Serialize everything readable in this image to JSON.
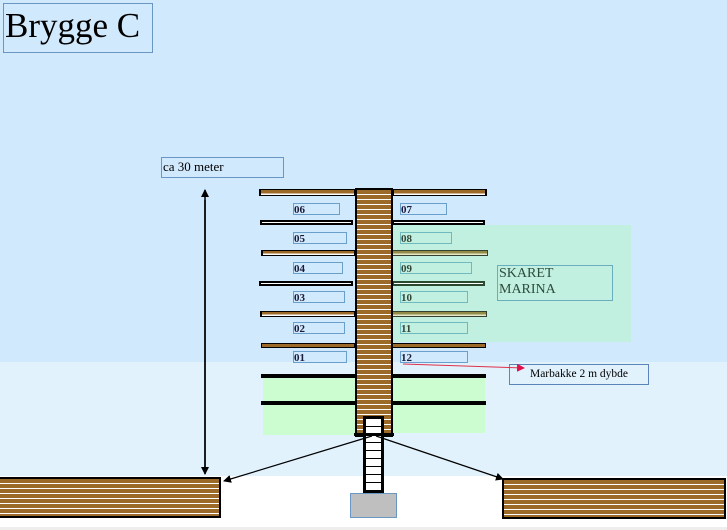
{
  "title": "Brygge C",
  "measurement_label": "ca 30 meter",
  "marina_label": "SKARET MARINA",
  "depth_label": "Marbakke 2 m dybde",
  "berths_left": [
    "06",
    "05",
    "04",
    "03",
    "02",
    "01"
  ],
  "berths_right": [
    "07",
    "08",
    "09",
    "10",
    "11",
    "12"
  ],
  "colors": {
    "sea_deep": "#d1e9fc",
    "sea_shallow": "#e1f2fd",
    "marina_area": "#c2f0e0",
    "green_area": "#ccfdd0",
    "wood": "#9c6a28",
    "concrete": "#bfbfbf",
    "depth_arrow": "#e0304a"
  }
}
